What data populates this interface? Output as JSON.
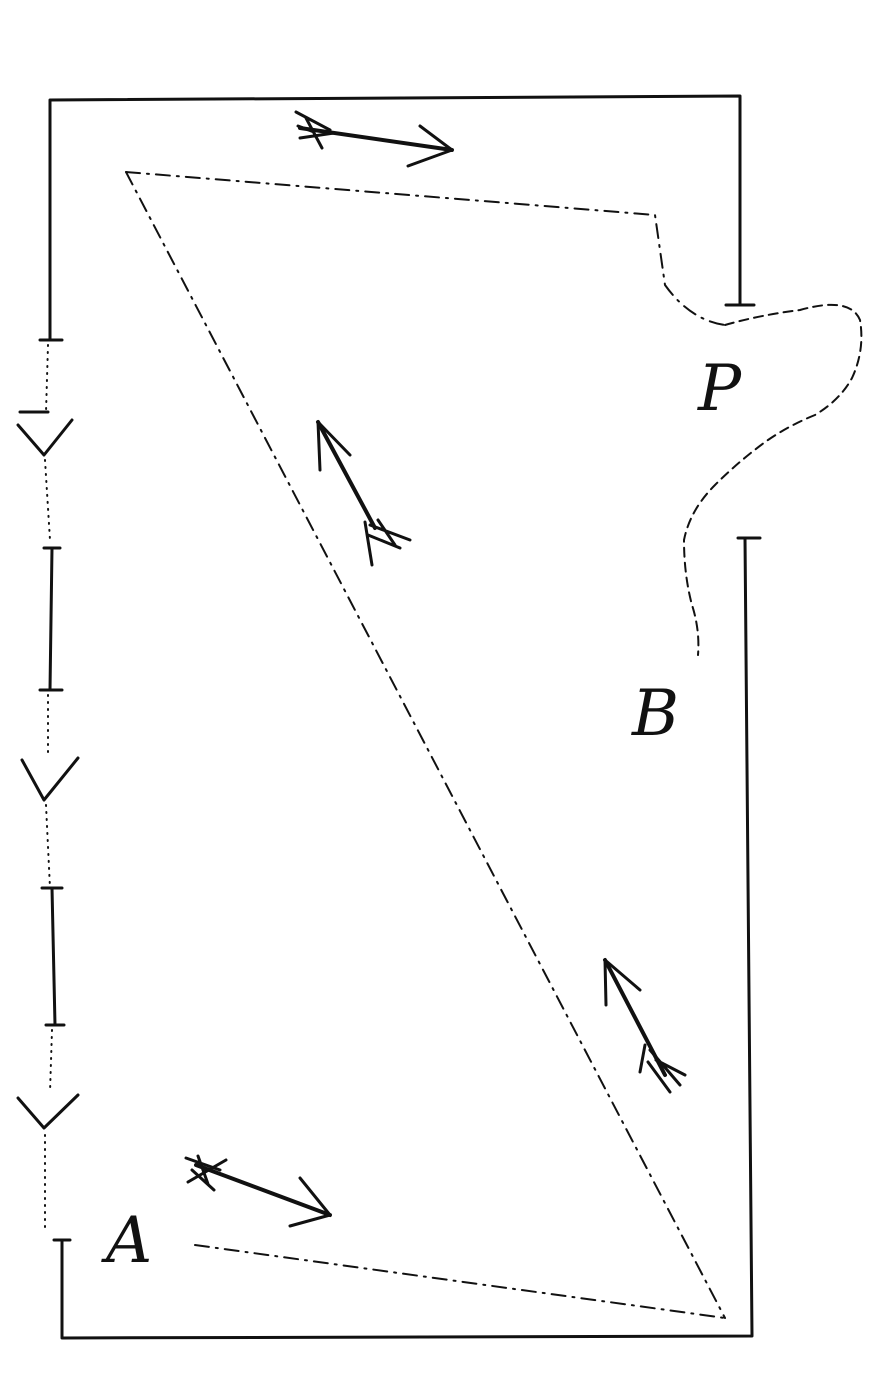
{
  "labels": {
    "a": "A",
    "b": "B",
    "p": "P"
  },
  "colors": {
    "ink": "#111111",
    "paper": "#ffffff"
  }
}
